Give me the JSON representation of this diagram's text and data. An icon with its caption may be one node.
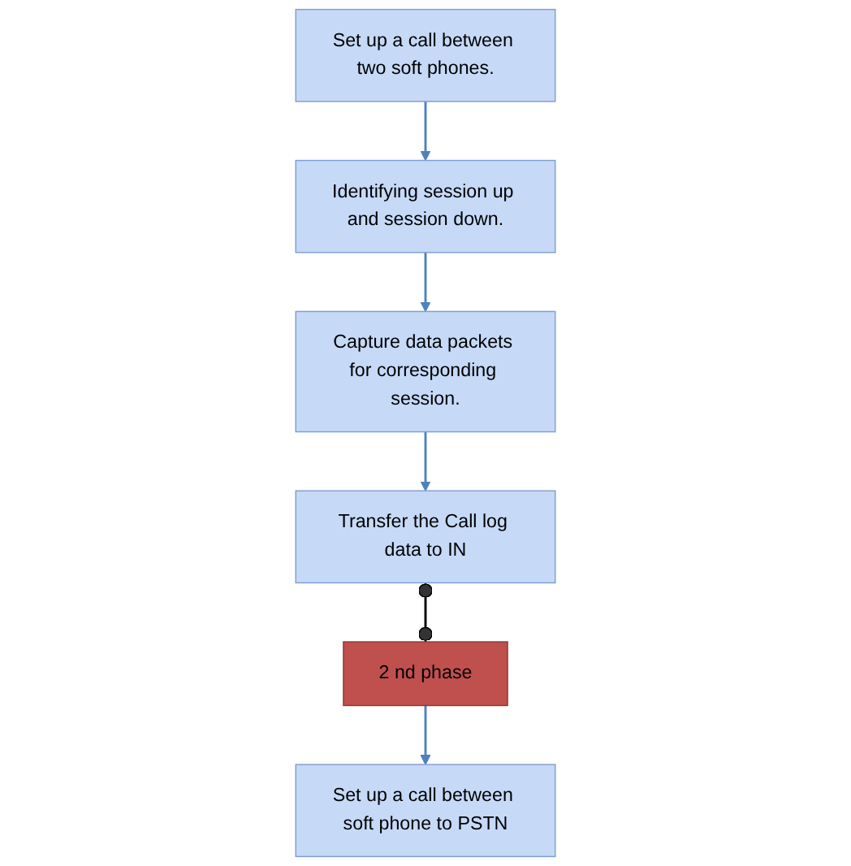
{
  "diagram": {
    "nodes": [
      {
        "text": [
          "Set up a call between two soft phones."
        ]
      },
      {
        "text": [
          "Identifying session up and session down."
        ]
      },
      {
        "text": [
          "Capture data packets for corresponding session."
        ]
      },
      {
        "text": [
          "Transfer the Call log data to IN"
        ]
      },
      {
        "text": [
          "2 nd phase"
        ]
      },
      {
        "text": [
          "Set up a call between soft phone to PSTN"
        ]
      }
    ],
    "edges": [
      {
        "from": 0,
        "to": 1,
        "arrow": "to"
      },
      {
        "from": 1,
        "to": 2,
        "arrow": "to"
      },
      {
        "from": 2,
        "to": 3,
        "arrow": "to"
      },
      {
        "from": 3,
        "to": 4,
        "arrow": "other",
        "color": "#000000"
      },
      {
        "from": 4,
        "to": 5,
        "arrow": "to"
      }
    ]
  }
}
